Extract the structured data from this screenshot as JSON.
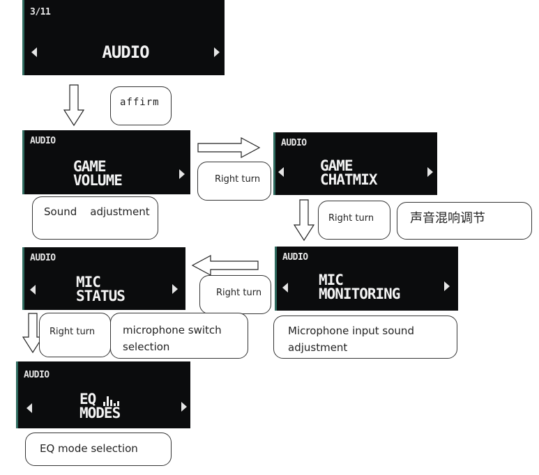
{
  "screens": {
    "audio_main": {
      "header": "3/11",
      "title": "AUDIO"
    },
    "game_volume": {
      "header": "AUDIO",
      "line1": "GAME",
      "line2": "VOLUME"
    },
    "game_chatmix": {
      "header": "AUDIO",
      "line1": "GAME",
      "line2": "CHATMIX"
    },
    "mic_monitoring": {
      "header": "AUDIO",
      "line1": "MIC",
      "line2": "MONITORING"
    },
    "mic_status": {
      "header": "AUDIO",
      "line1": "MIC",
      "line2": "STATUS"
    },
    "eq_modes": {
      "header": "AUDIO",
      "line1": "EQ",
      "line2": "MODES"
    }
  },
  "labels": {
    "affirm": "affirm",
    "right_turn": "Right turn",
    "sound_adjustment": "Sound    adjustment",
    "chatmix_cn": "声音混响调节",
    "mic_input": "Microphone input sound adjustment",
    "mic_switch": "microphone switch selection",
    "eq_selection": "EQ mode selection"
  },
  "colors": {
    "screen_bg": "#0b0c0d",
    "screen_text": "#f2f2f2",
    "accent": "#2f6b5f"
  }
}
